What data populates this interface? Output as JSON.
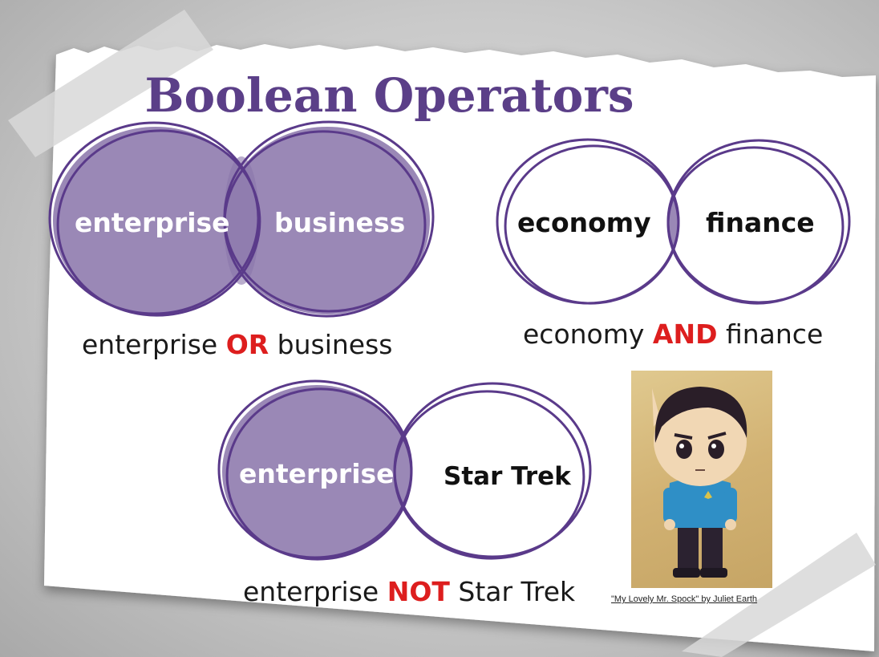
{
  "title": "Boolean Operators",
  "diagrams": {
    "or": {
      "left": "enterprise",
      "right": "business",
      "caption_left": "enterprise ",
      "operator": "OR",
      "caption_right": " business"
    },
    "and": {
      "left": "economy",
      "right": "finance",
      "caption_left": "economy ",
      "operator": "AND",
      "caption_right": " finance"
    },
    "not": {
      "left": "enterprise",
      "right": "Star Trek",
      "caption_left": "enterprise ",
      "operator": "NOT",
      "caption_right": " Star Trek"
    }
  },
  "illustration_credit": "\"My Lovely Mr. Spock\" by Juliet Earth",
  "colors": {
    "circle_fill": "#9a88b6",
    "circle_stroke": "#5a3a8a",
    "title": "#5b3f88",
    "operator": "#dd1e1e",
    "paper": "#ffffff"
  }
}
